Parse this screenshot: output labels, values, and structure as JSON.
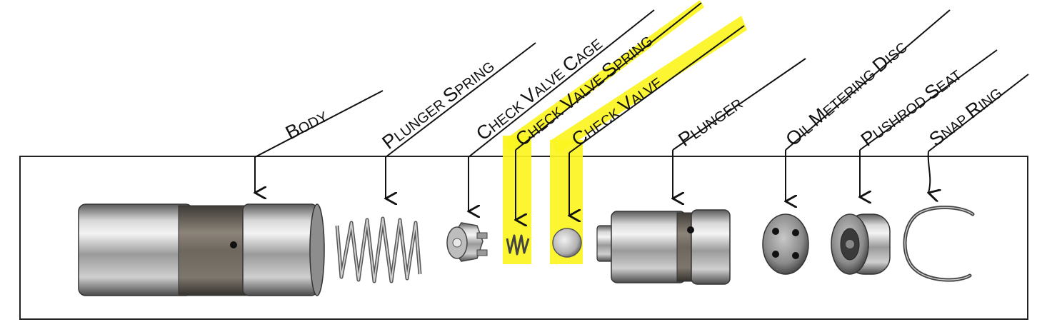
{
  "diagram": {
    "parts": [
      {
        "id": "body",
        "label": "Body",
        "highlighted": false
      },
      {
        "id": "plunger-spring",
        "label": "Plunger Spring",
        "highlighted": false
      },
      {
        "id": "check-valve-cage",
        "label": "Check Valve Cage",
        "highlighted": false
      },
      {
        "id": "check-valve-spring",
        "label": "Check Valve Spring",
        "highlighted": true
      },
      {
        "id": "check-valve",
        "label": "Check Valve",
        "highlighted": true
      },
      {
        "id": "plunger",
        "label": "Plunger",
        "highlighted": false
      },
      {
        "id": "oil-metering-disc",
        "label": "Oil Metering Disc",
        "highlighted": false
      },
      {
        "id": "pushrod-seat",
        "label": "Pushrod Seat",
        "highlighted": false
      },
      {
        "id": "snap-ring",
        "label": "Snap Ring",
        "highlighted": false
      }
    ],
    "highlight_color": "#fbf520",
    "label_style": "small-caps, underlined, rotated"
  }
}
